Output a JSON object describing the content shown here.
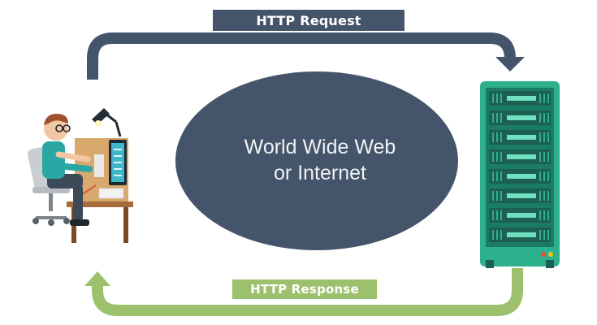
{
  "request": {
    "label": "HTTP Request"
  },
  "response": {
    "label": "HTTP Response"
  },
  "network": {
    "line1": "World Wide Web",
    "line2": "or Internet"
  },
  "colors": {
    "request_arrow": "#44546a",
    "response_arrow": "#9dc06d",
    "ellipse": "#44546a",
    "server_body": "#2db08c",
    "server_slot": "#1d5f52",
    "shirt": "#2aa7a4"
  },
  "server": {
    "rack_units": 8
  }
}
